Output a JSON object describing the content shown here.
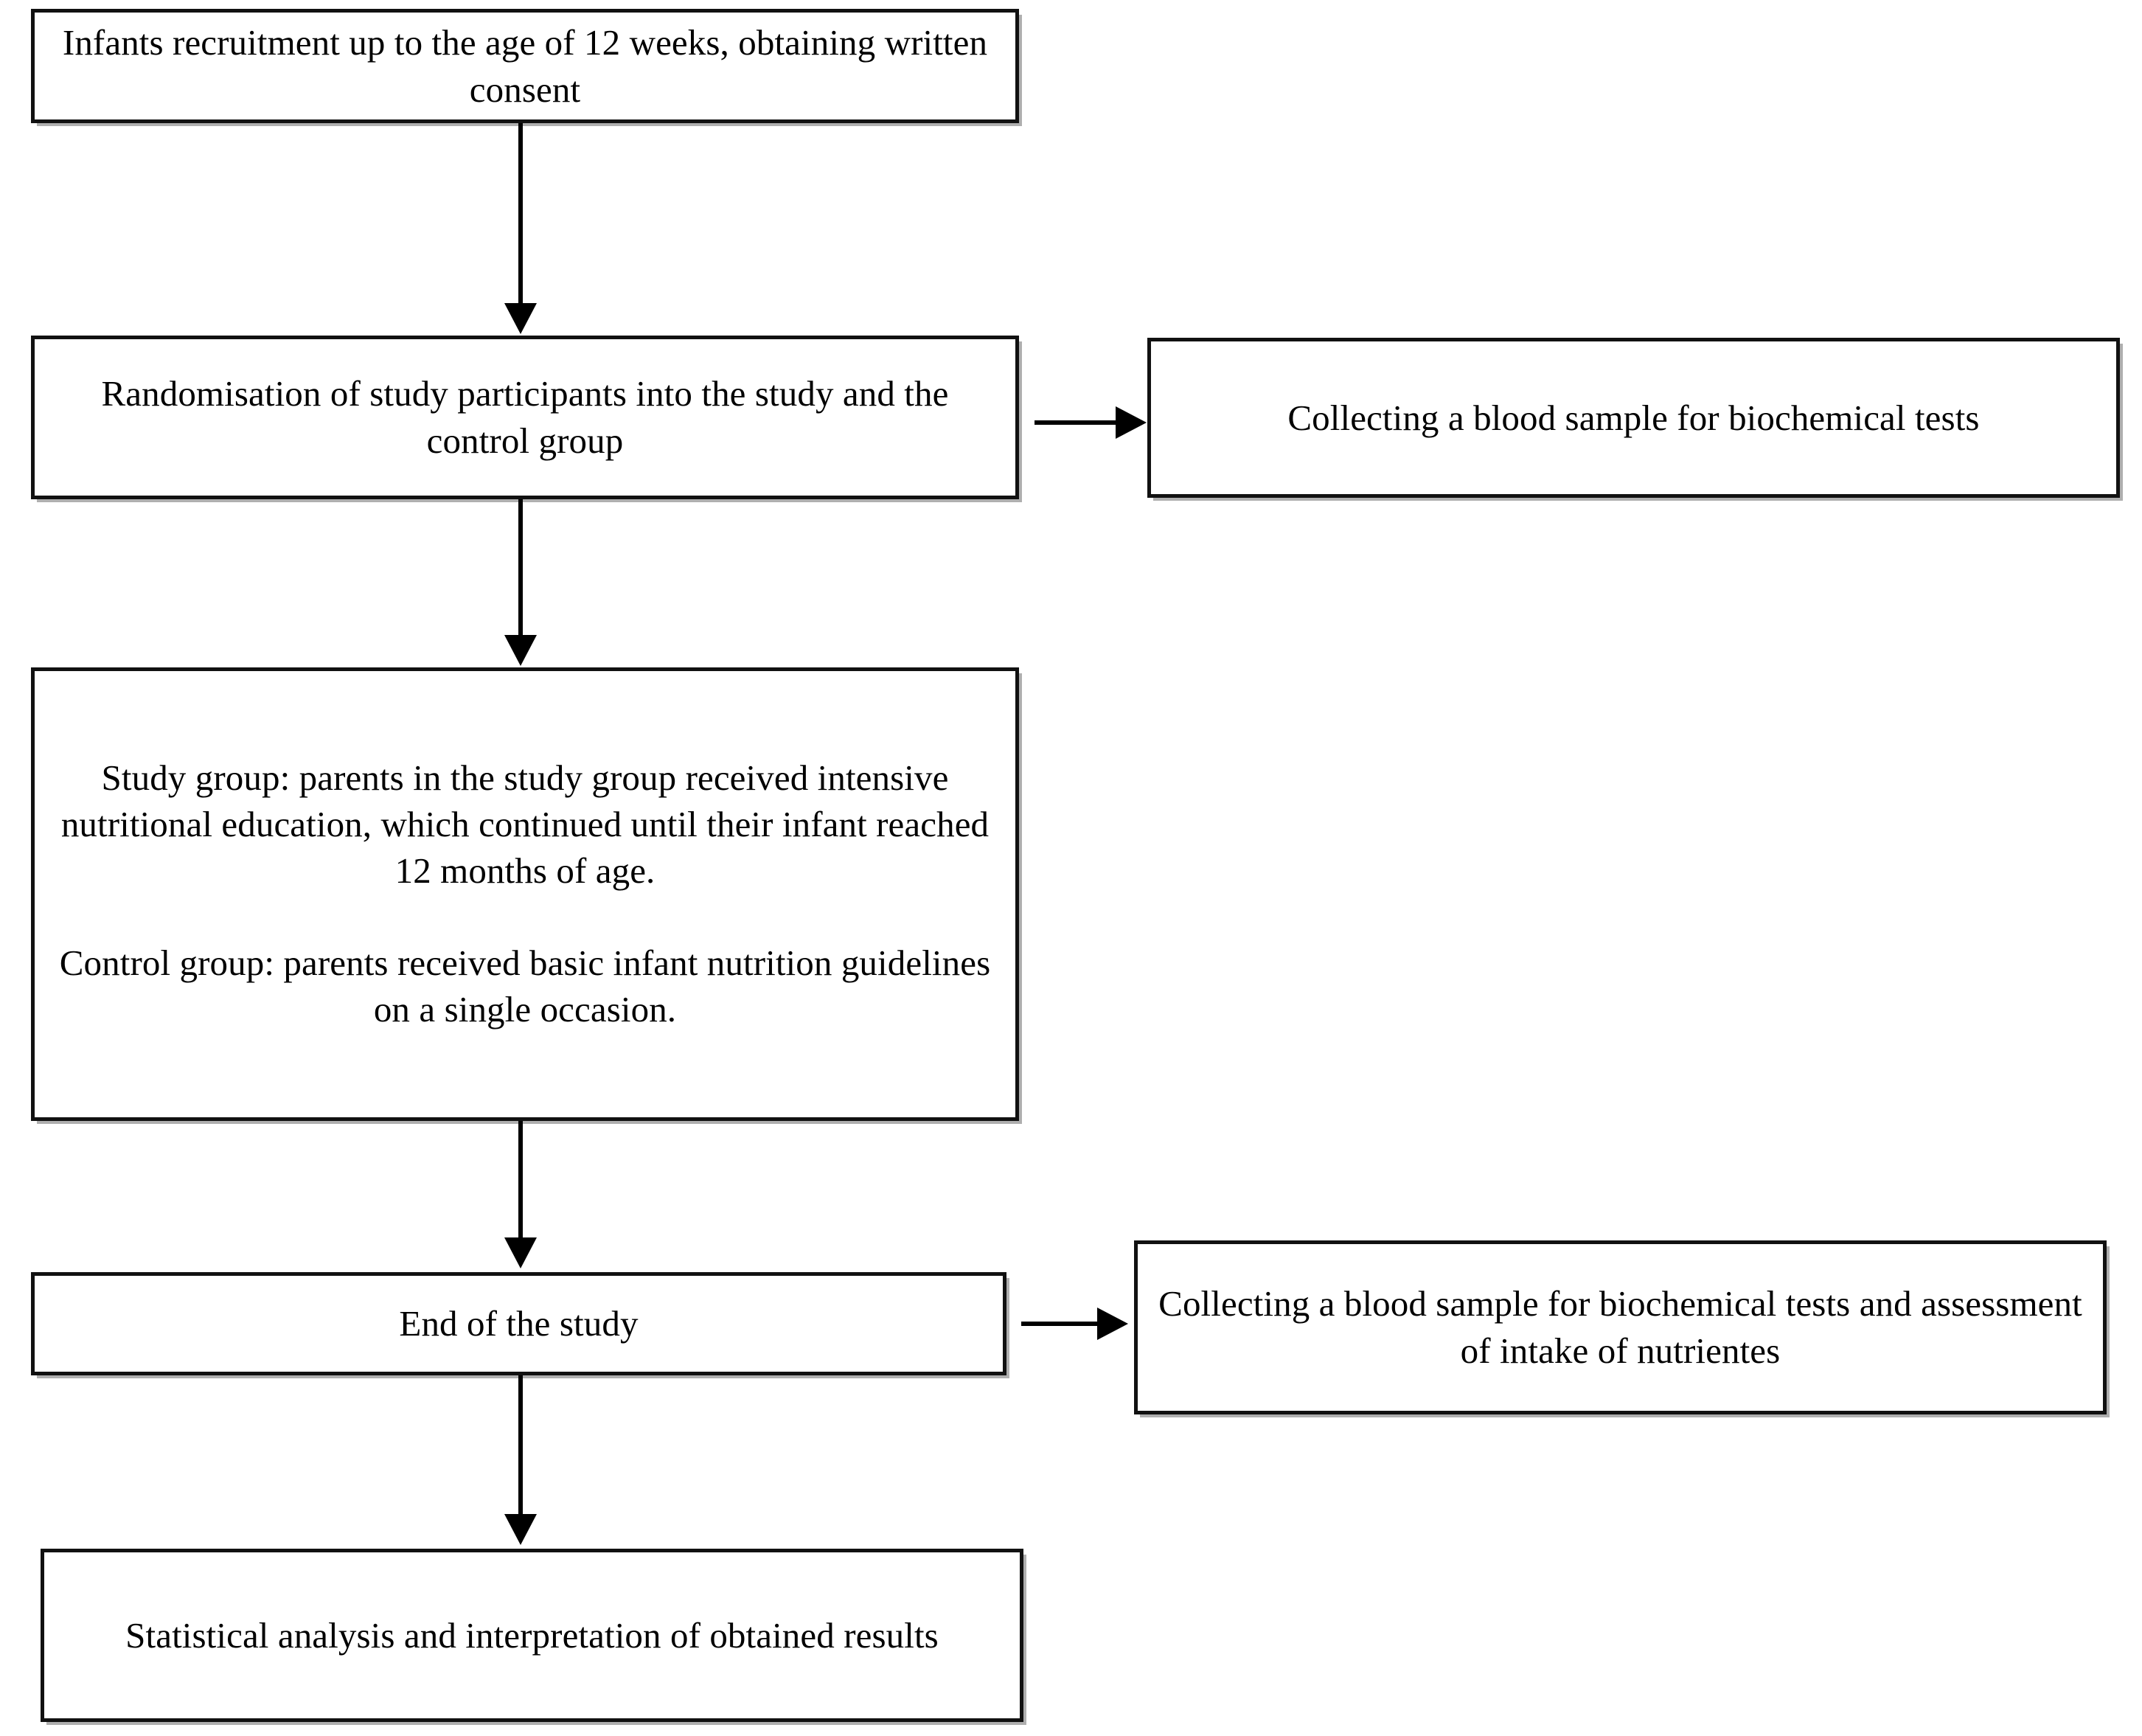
{
  "diagram": {
    "type": "flowchart",
    "orientation": "top-to-bottom",
    "nodes": [
      {
        "id": "recruitment",
        "label": "Infants recruitment up to the age of 12 weeks, obtaining written consent",
        "column": "main",
        "order": 1
      },
      {
        "id": "randomisation",
        "label": "Randomisation of study participants into the study and the control group",
        "column": "main",
        "order": 2
      },
      {
        "id": "blood-sample-baseline",
        "label": "Collecting a blood sample for biochemical tests",
        "column": "side",
        "order": 1
      },
      {
        "id": "intervention",
        "label": "Study group: parents in the study group received intensive nutritional education, which continued until their infant reached 12 months of age.\n\nControl group: parents received basic infant nutrition guidelines on a single occasion.",
        "column": "main",
        "order": 3
      },
      {
        "id": "end-of-study",
        "label": "End of the study",
        "column": "main",
        "order": 4
      },
      {
        "id": "blood-sample-final",
        "label": "Collecting a blood sample for biochemical tests and assessment of intake of nutrientes",
        "column": "side",
        "order": 2
      },
      {
        "id": "analysis",
        "label": "Statistical analysis and interpretation of obtained results",
        "column": "main",
        "order": 5
      }
    ],
    "edges": [
      {
        "id": "edge-recruitment-randomisation",
        "from": "recruitment",
        "to": "randomisation",
        "direction": "down"
      },
      {
        "id": "edge-randomisation-blood-baseline",
        "from": "randomisation",
        "to": "blood-sample-baseline",
        "direction": "right"
      },
      {
        "id": "edge-randomisation-intervention",
        "from": "randomisation",
        "to": "intervention",
        "direction": "down"
      },
      {
        "id": "edge-intervention-end",
        "from": "intervention",
        "to": "end-of-study",
        "direction": "down"
      },
      {
        "id": "edge-end-blood-final",
        "from": "end-of-study",
        "to": "blood-sample-final",
        "direction": "right"
      },
      {
        "id": "edge-end-analysis",
        "from": "end-of-study",
        "to": "analysis",
        "direction": "down"
      }
    ],
    "colors": {
      "box_border": "#111111",
      "box_fill": "#ffffff",
      "connector": "#000000",
      "text": "#000000",
      "canvas": "#ffffff"
    }
  }
}
